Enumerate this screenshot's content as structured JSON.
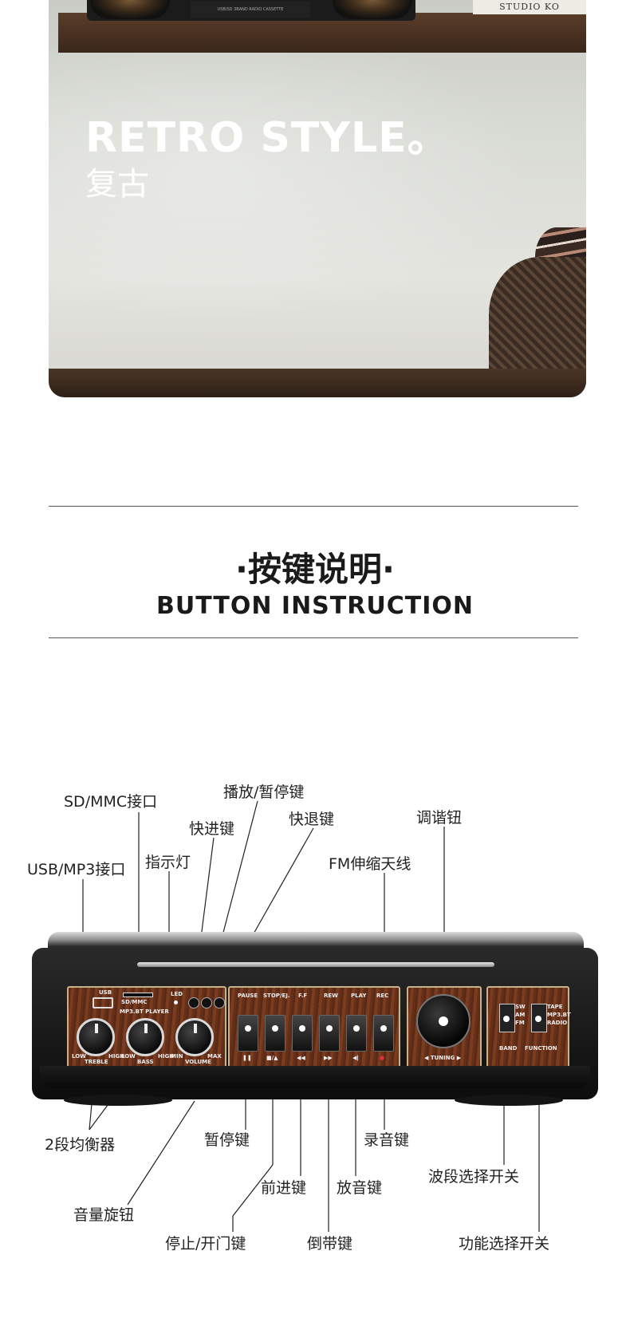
{
  "hero": {
    "title": "RETRO STYLE。",
    "subtitle": "复古",
    "book_text": "STUDIO KO",
    "boombox_text": "USB/SD 3BAND RADIO CASSETTE"
  },
  "section": {
    "title_cn": "·按键说明·",
    "title_en": "BUTTON INSTRUCTION"
  },
  "labels": {
    "sd_mmc": "SD/MMC接口",
    "play_pause": "播放/暂停键",
    "fast_forward": "快进键",
    "rewind_key": "快退键",
    "tuning": "调谐钮",
    "usb_mp3": "USB/MP3接口",
    "indicator": "指示灯",
    "fm_antenna": "FM伸缩天线",
    "equalizer": "2段均衡器",
    "pause": "暂停键",
    "record": "录音键",
    "forward": "前进键",
    "play": "放音键",
    "band_switch": "波段选择开关",
    "volume": "音量旋钮",
    "stop_eject": "停止/开门键",
    "rewind": "倒带键",
    "function_switch": "功能选择开关"
  },
  "device": {
    "usb_label": "USB",
    "sd_label": "SD/MMC",
    "led_label": "LED",
    "player_label": "MP3.BT PLAYER",
    "knob_labels": [
      "TREBLE",
      "BASS",
      "VOLUME"
    ],
    "knob_ranges": [
      [
        "LOW",
        "HIGH"
      ],
      [
        "LOW",
        "HIGH"
      ],
      [
        "MIN",
        "MAX"
      ]
    ],
    "key_labels": [
      "PAUSE",
      "STOP/EJ.",
      "F.F",
      "REW",
      "PLAY",
      "REC"
    ],
    "key_symbols": [
      "❚❚",
      "■/▲",
      "◀◀",
      "▶▶",
      "◀|",
      "●"
    ],
    "tuning_label": "◀ TUNING ▶",
    "band_label": "BAND",
    "band_options": [
      "SW",
      "AM",
      "FM"
    ],
    "function_label": "FUNCTION",
    "function_options": [
      "TAPE",
      "MP3.BT",
      "RADIO"
    ]
  }
}
